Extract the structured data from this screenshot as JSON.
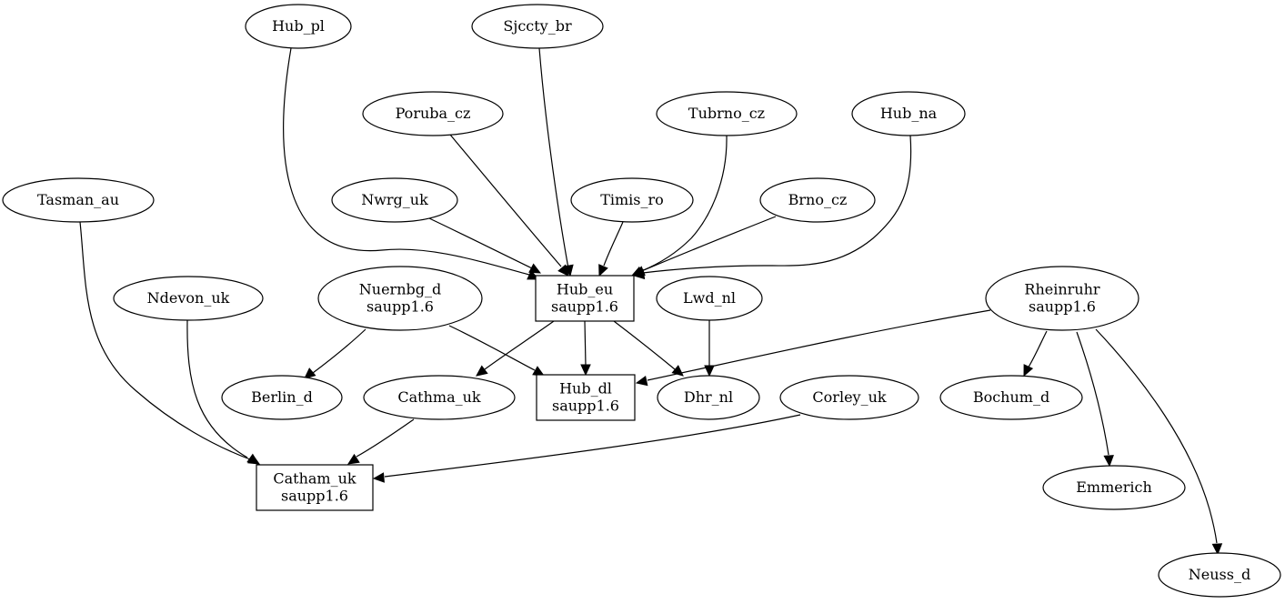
{
  "diagram": {
    "type": "directed-graph",
    "nodes": [
      {
        "id": "Hub_pl",
        "lines": [
          "Hub_pl"
        ],
        "shape": "ellipse"
      },
      {
        "id": "Sjccty_br",
        "lines": [
          "Sjccty_br"
        ],
        "shape": "ellipse"
      },
      {
        "id": "Poruba_cz",
        "lines": [
          "Poruba_cz"
        ],
        "shape": "ellipse"
      },
      {
        "id": "Tubrno_cz",
        "lines": [
          "Tubrno_cz"
        ],
        "shape": "ellipse"
      },
      {
        "id": "Hub_na",
        "lines": [
          "Hub_na"
        ],
        "shape": "ellipse"
      },
      {
        "id": "Tasman_au",
        "lines": [
          "Tasman_au"
        ],
        "shape": "ellipse"
      },
      {
        "id": "Nwrg_uk",
        "lines": [
          "Nwrg_uk"
        ],
        "shape": "ellipse"
      },
      {
        "id": "Timis_ro",
        "lines": [
          "Timis_ro"
        ],
        "shape": "ellipse"
      },
      {
        "id": "Brno_cz",
        "lines": [
          "Brno_cz"
        ],
        "shape": "ellipse"
      },
      {
        "id": "Ndevon_uk",
        "lines": [
          "Ndevon_uk"
        ],
        "shape": "ellipse"
      },
      {
        "id": "Nuernbg_d",
        "lines": [
          "Nuernbg_d",
          "saupp1.6"
        ],
        "shape": "ellipse"
      },
      {
        "id": "Hub_eu",
        "lines": [
          "Hub_eu",
          "saupp1.6"
        ],
        "shape": "box"
      },
      {
        "id": "Lwd_nl",
        "lines": [
          "Lwd_nl"
        ],
        "shape": "ellipse"
      },
      {
        "id": "Rheinruhr",
        "lines": [
          "Rheinruhr",
          "saupp1.6"
        ],
        "shape": "ellipse"
      },
      {
        "id": "Berlin_d",
        "lines": [
          "Berlin_d"
        ],
        "shape": "ellipse"
      },
      {
        "id": "Cathma_uk",
        "lines": [
          "Cathma_uk"
        ],
        "shape": "ellipse"
      },
      {
        "id": "Hub_dl",
        "lines": [
          "Hub_dl",
          "saupp1.6"
        ],
        "shape": "box"
      },
      {
        "id": "Dhr_nl",
        "lines": [
          "Dhr_nl"
        ],
        "shape": "ellipse"
      },
      {
        "id": "Corley_uk",
        "lines": [
          "Corley_uk"
        ],
        "shape": "ellipse"
      },
      {
        "id": "Bochum_d",
        "lines": [
          "Bochum_d"
        ],
        "shape": "ellipse"
      },
      {
        "id": "Catham_uk",
        "lines": [
          "Catham_uk",
          "saupp1.6"
        ],
        "shape": "box"
      },
      {
        "id": "Emmerich",
        "lines": [
          "Emmerich"
        ],
        "shape": "ellipse"
      },
      {
        "id": "Neuss_d",
        "lines": [
          "Neuss_d"
        ],
        "shape": "ellipse"
      }
    ],
    "edges": [
      {
        "from": "Hub_pl",
        "to": "Hub_eu"
      },
      {
        "from": "Sjccty_br",
        "to": "Hub_eu"
      },
      {
        "from": "Poruba_cz",
        "to": "Hub_eu"
      },
      {
        "from": "Tubrno_cz",
        "to": "Hub_eu"
      },
      {
        "from": "Hub_na",
        "to": "Hub_eu"
      },
      {
        "from": "Nwrg_uk",
        "to": "Hub_eu"
      },
      {
        "from": "Timis_ro",
        "to": "Hub_eu"
      },
      {
        "from": "Brno_cz",
        "to": "Hub_eu"
      },
      {
        "from": "Tasman_au",
        "to": "Catham_uk"
      },
      {
        "from": "Ndevon_uk",
        "to": "Catham_uk"
      },
      {
        "from": "Nuernbg_d",
        "to": "Berlin_d"
      },
      {
        "from": "Nuernbg_d",
        "to": "Hub_dl"
      },
      {
        "from": "Hub_eu",
        "to": "Cathma_uk"
      },
      {
        "from": "Hub_eu",
        "to": "Hub_dl"
      },
      {
        "from": "Hub_eu",
        "to": "Dhr_nl"
      },
      {
        "from": "Lwd_nl",
        "to": "Dhr_nl"
      },
      {
        "from": "Rheinruhr",
        "to": "Hub_dl"
      },
      {
        "from": "Rheinruhr",
        "to": "Bochum_d"
      },
      {
        "from": "Rheinruhr",
        "to": "Emmerich"
      },
      {
        "from": "Rheinruhr",
        "to": "Neuss_d"
      },
      {
        "from": "Cathma_uk",
        "to": "Catham_uk"
      },
      {
        "from": "Corley_uk",
        "to": "Catham_uk"
      }
    ]
  }
}
